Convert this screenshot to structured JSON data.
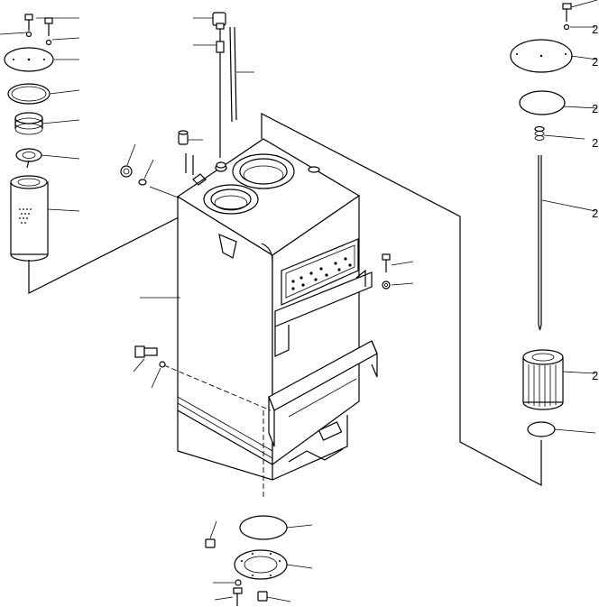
{
  "diagram": {
    "callout_labels": [
      "2",
      "2",
      "2",
      "2",
      "2",
      "2"
    ]
  }
}
